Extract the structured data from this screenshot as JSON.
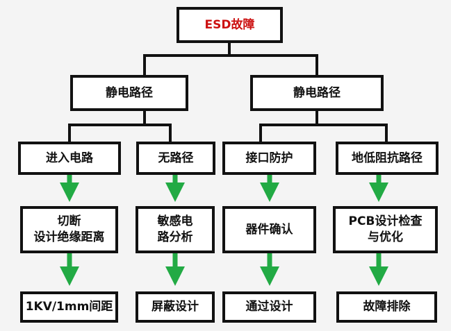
{
  "colors": {
    "root_text": "#cc1111",
    "arrow": "#22aa44",
    "border": "#111111"
  },
  "root": "ESD故障",
  "level2": [
    "静电路径",
    "静电路径"
  ],
  "level3": [
    "进入电路",
    "无路径",
    "接口防护",
    "地低阻抗路径"
  ],
  "level4": [
    "切断\n设计绝缘距离",
    "敏感电\n路分析",
    "器件确认",
    "PCB设计检查\n与优化"
  ],
  "level5": [
    "1KV/1mm间距",
    "屏蔽设计",
    "通过设计",
    "故障排除"
  ]
}
